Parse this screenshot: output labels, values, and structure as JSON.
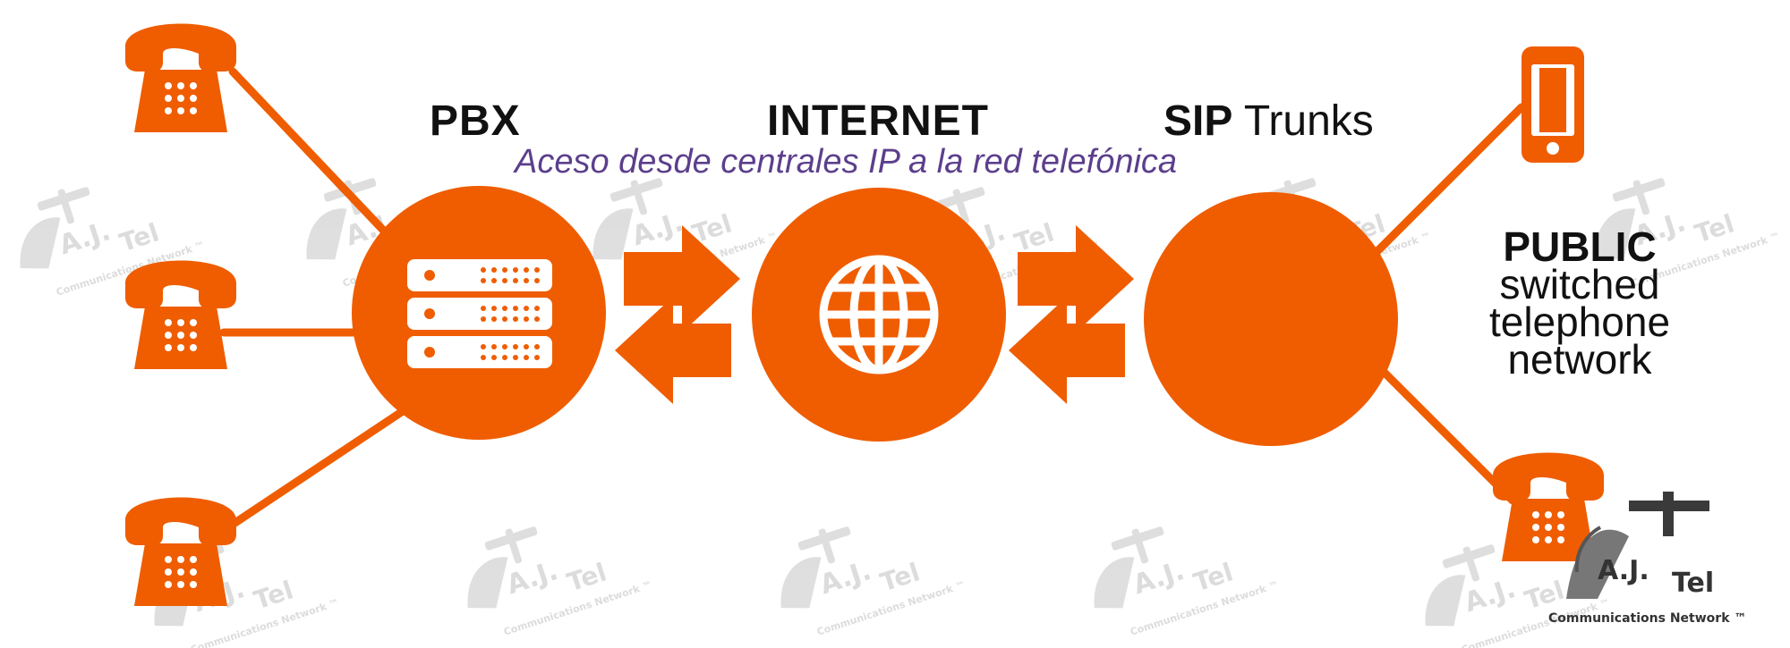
{
  "colors": {
    "primary_orange": "#ef5d00",
    "subtitle_purple": "#5c3f8c",
    "label_black": "#111111",
    "watermark_grey": "#d0d0d0"
  },
  "labels": {
    "pbx": "PBX",
    "internet": "INTERNET",
    "sip_bold": "SIP",
    "sip_regular": "Trunks",
    "subtitle": "Aceso desde centrales IP a la red telefónica",
    "pstn_bold": "PUBLIC",
    "pstn_line1": "switched",
    "pstn_line2": "telephone",
    "pstn_line3": "network"
  },
  "nodes": [
    {
      "id": "pbx",
      "icon": "server-rack-icon"
    },
    {
      "id": "internet",
      "icon": "globe-icon"
    },
    {
      "id": "sip-trunks",
      "icon": "none"
    }
  ],
  "endpoints": {
    "left": [
      "desk-phone-icon",
      "desk-phone-icon",
      "desk-phone-icon"
    ],
    "right": [
      "mobile-phone-icon",
      "desk-phone-icon"
    ]
  },
  "watermark": {
    "brand": "A.J.",
    "brand2": "Tel",
    "tagline": "Communications Network ™"
  }
}
